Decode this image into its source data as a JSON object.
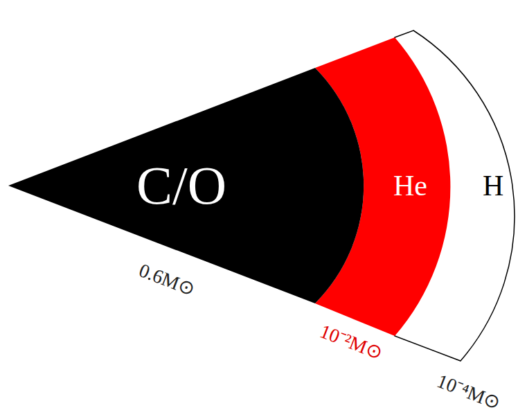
{
  "diagram": {
    "nodes": [
      {
        "text": [
          "C/O"
        ]
      },
      {
        "text": [
          "He"
        ]
      },
      {
        "text": [
          "H"
        ]
      }
    ],
    "labels": [
      "0.6M⊙",
      "10⁻²M⊙",
      "10⁻⁴M⊙"
    ]
  }
}
